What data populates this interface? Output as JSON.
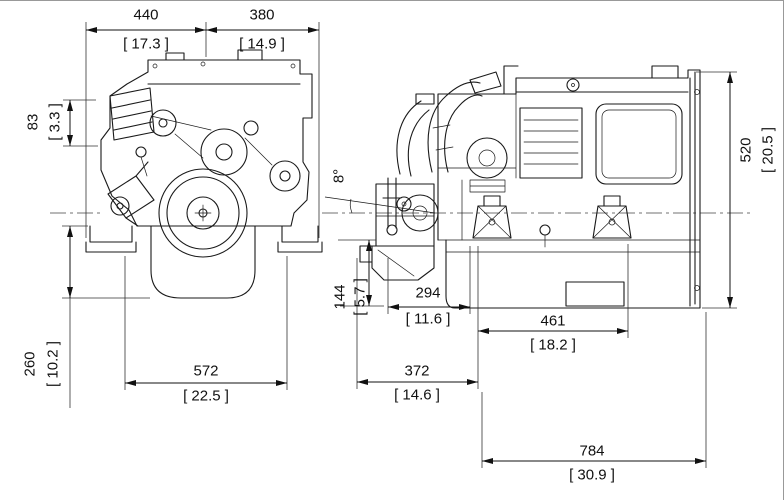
{
  "colors": {
    "line": "#1a1a1a",
    "background": "#ffffff"
  },
  "dims": {
    "w440": {
      "mm": "440",
      "in": "[ 17.3 ]"
    },
    "w380": {
      "mm": "380",
      "in": "[ 14.9 ]"
    },
    "h83": {
      "mm": "83",
      "in": "[ 3.3 ]"
    },
    "h260": {
      "mm": "260",
      "in": "[ 10.2 ]"
    },
    "w572": {
      "mm": "572",
      "in": "[ 22.5 ]"
    },
    "angle": {
      "value": "8°"
    },
    "h144": {
      "mm": "144",
      "in": "[ 5.7 ]"
    },
    "w294": {
      "mm": "294",
      "in": "[ 11.6 ]"
    },
    "w461": {
      "mm": "461",
      "in": "[ 18.2 ]"
    },
    "w372": {
      "mm": "372",
      "in": "[ 14.6 ]"
    },
    "w784": {
      "mm": "784",
      "in": "[ 30.9 ]"
    },
    "h520": {
      "mm": "520",
      "in": "[ 20.5 ]"
    }
  }
}
